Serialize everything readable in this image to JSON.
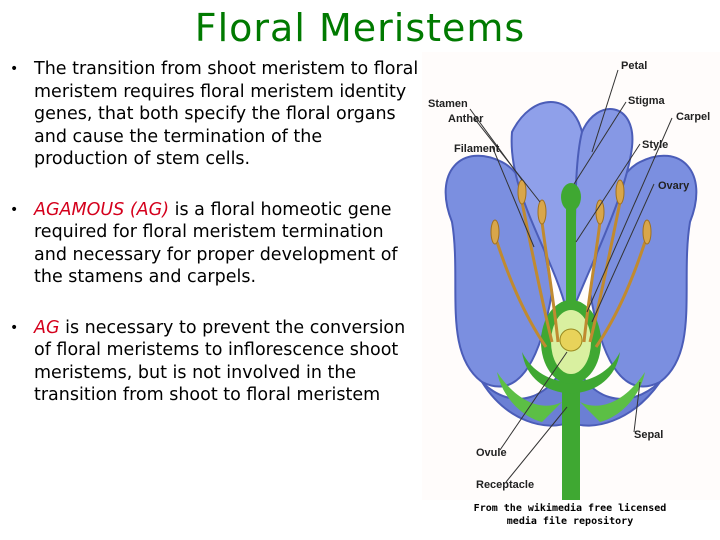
{
  "slide": {
    "title": "Floral Meristems",
    "bullets": [
      {
        "text": "The transition from shoot meristem to floral meristem requires floral meristem identity genes, that both specify the floral organs and cause the termination of the production of stem cells."
      },
      {
        "highlight": "AGAMOUS (AG)",
        "text": " is a floral homeotic gene required for floral meristem termination and necessary for proper development of the stamens and carpels."
      },
      {
        "highlight": "AG",
        "text": " is necessary to prevent the conversion of floral meristems to inflorescence shoot meristems, but is not involved in the transition from shoot to floral meristem"
      }
    ],
    "bullet_glyph": "•"
  },
  "figure": {
    "labels": {
      "petal": "Petal",
      "stamen": "Stamen",
      "stigma": "Stigma",
      "anther": "Anther",
      "carpel": "Carpel",
      "filament": "Filament",
      "style": "Style",
      "ovary": "Ovary",
      "sepal": "Sepal",
      "ovule": "Ovule",
      "receptacle": "Receptacle"
    },
    "credit_line1": "From the wikimedia free licensed",
    "credit_line2": "media file repository",
    "colors": {
      "petal": "#7b8fe0",
      "petal_dark": "#4b5db8",
      "green": "#3fa832",
      "light_green": "#9fd86a",
      "stamen": "#d9a64a",
      "title": "#007a00",
      "highlight": "#d4001c"
    }
  }
}
